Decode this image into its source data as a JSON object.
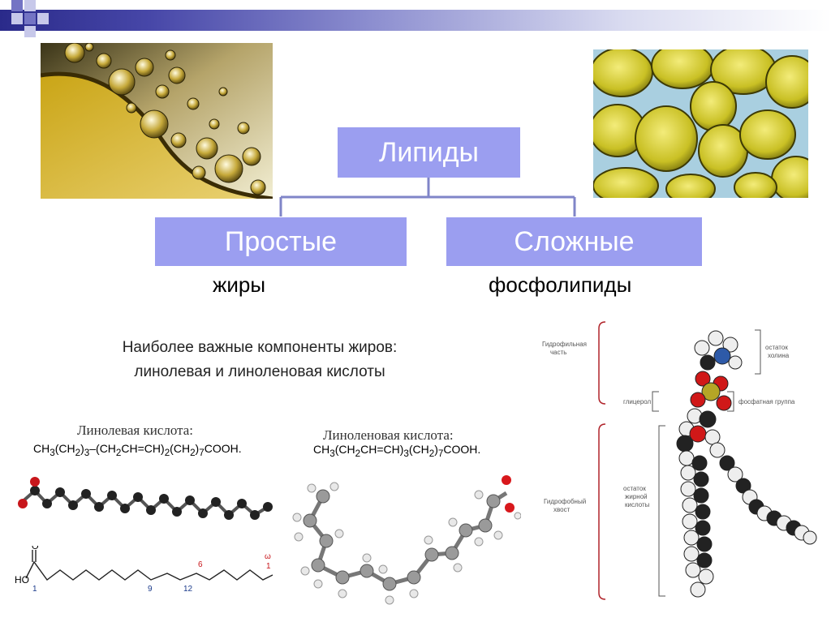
{
  "diagram": {
    "root": "Липиды",
    "children": [
      {
        "label": "Простые",
        "example": "жиры"
      },
      {
        "label": "Сложные",
        "example": "фосфолипиды"
      }
    ]
  },
  "note": {
    "line1": "Наиболее важные компоненты жиров:",
    "line2": "линолевая и линоленовая кислоты"
  },
  "linoleic": {
    "title": "Линолевая кислота:",
    "formula_parts": [
      "CH",
      "3",
      "(CH",
      "2",
      ")",
      "3",
      "–(CH",
      "2",
      "CH=CH)",
      "2",
      "(CH",
      "2",
      ")",
      "7",
      "COOH."
    ],
    "skeletal_labels": {
      "oh": "HO",
      "o": "O",
      "c1": "1",
      "c9": "9",
      "c12": "12",
      "c6": "6",
      "omega": "ω",
      "omega1": "1"
    }
  },
  "linolenic": {
    "title": "Линоленовая кислота:",
    "formula_parts": [
      "CH",
      "3",
      "(CH",
      "2",
      "CH=CH)",
      "3",
      "(CH",
      "2",
      ")",
      "7",
      "COOH."
    ]
  },
  "phospholipid": {
    "hydrophilic": [
      "Гидрофильная",
      "часть"
    ],
    "hydrophobic": [
      "Гидрофобный",
      "хвост"
    ],
    "choline": [
      "остаток",
      "холина"
    ],
    "glycerol": "глицерол",
    "phosphate": "фосфатная группа",
    "fatty_acid": [
      "остаток",
      "жирной",
      "кислоты"
    ]
  },
  "colors": {
    "box": "#9b9ef0",
    "connector": "#8085c8",
    "bracket": "#b0232a"
  }
}
